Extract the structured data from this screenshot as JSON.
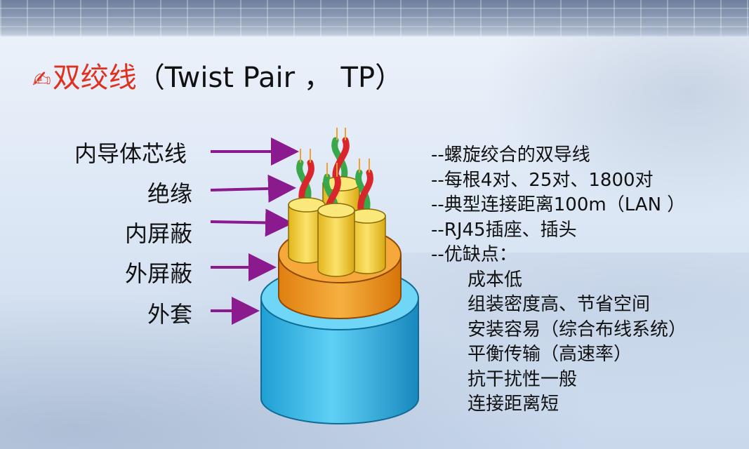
{
  "title": {
    "pen_icon": "✍",
    "cn": "双绞线",
    "en": "（Twist Pair ， TP）"
  },
  "labels": [
    "内导体芯线",
    "绝缘",
    "内屏蔽",
    "外屏蔽",
    "外套"
  ],
  "description": {
    "features": [
      "--螺旋绞合的双导线",
      "--每根4对、25对、1800对",
      "--典型连接距离100m（LAN ）",
      "--RJ45插座、插头",
      "--优缺点："
    ],
    "pros_cons": [
      "成本低",
      "组装密度高、节省空间",
      "安装容易（综合布线系统）",
      "平衡传输（高速率）",
      "抗干扰性一般",
      "连接距离短"
    ]
  },
  "colors": {
    "title_cn": "#e0301e",
    "arrow": "#8b1a8e",
    "jacket": "#35b7e6",
    "outer_shield": "#f29a1e",
    "inner_shield": "#f4d33a",
    "wire_red": "#d9262c",
    "wire_green": "#3aa84a",
    "conductor": "#f0a030"
  }
}
